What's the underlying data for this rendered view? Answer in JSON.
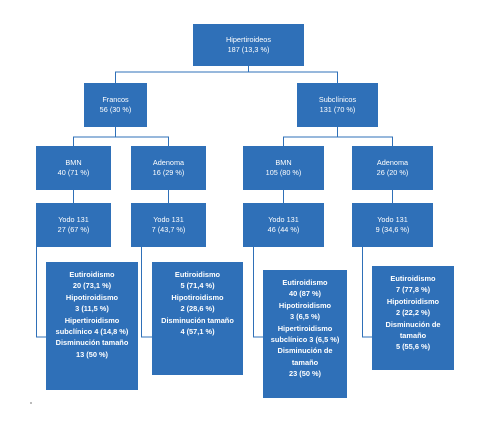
{
  "root": {
    "title": "Hipertiroideos",
    "stat": "187 (13,3 %)"
  },
  "francos": {
    "title": "Francos",
    "stat": "56 (30 %)",
    "bmn": {
      "title": "BMN",
      "stat": "40 (71 %)",
      "treatment": {
        "title": "Yodo 131",
        "stat": "27 (67 %)"
      }
    },
    "adenoma": {
      "title": "Adenoma",
      "stat": "16 (29 %)",
      "treatment": {
        "title": "Yodo 131",
        "stat": "7 (43,7 %)"
      }
    }
  },
  "subclinicos": {
    "title": "Subclínicos",
    "stat": "131 (70 %)",
    "bmn": {
      "title": "BMN",
      "stat": "105 (80 %)",
      "treatment": {
        "title": "Yodo 131",
        "stat": "46 (44 %)"
      }
    },
    "adenoma": {
      "title": "Adenoma",
      "stat": "26 (20 %)",
      "treatment": {
        "title": "Yodo 131",
        "stat": "9 (34,6 %)"
      }
    }
  },
  "outcomes": {
    "francos_bmn": [
      "Eutiroidismo",
      "20 (73,1 %)",
      "Hipotiroidismo",
      "3 (11,5 %)",
      "Hipertiroidismo",
      "subclínico 4 (14,8 %)",
      "Disminución tamaño",
      "13 (50 %)"
    ],
    "francos_adenoma": [
      "Eutiroidismo",
      "5 (71,4 %)",
      "Hipotiroidismo",
      "2 (28,6 %)",
      "Disminución tamaño",
      "4 (57,1 %)"
    ],
    "subclinicos_bmn": [
      "Eutiroidismo",
      "40 (87 %)",
      "Hipotiroidismo",
      "3 (6,5 %)",
      "Hipertiroidismo",
      "subclínico 3 (6,5 %)",
      "Disminución de",
      "tamaño",
      "23 (50 %)"
    ],
    "subclinicos_adenoma": [
      "Eutiroidismo",
      "7 (77,8 %)",
      "Hipotiroidismo",
      "2 (22,2 %)",
      "Disminución de",
      "tamaño",
      "5 (55,6 %)"
    ]
  },
  "colors": {
    "box": "#2f70b8",
    "connector": "#2f70b8",
    "text": "#ffffff"
  }
}
